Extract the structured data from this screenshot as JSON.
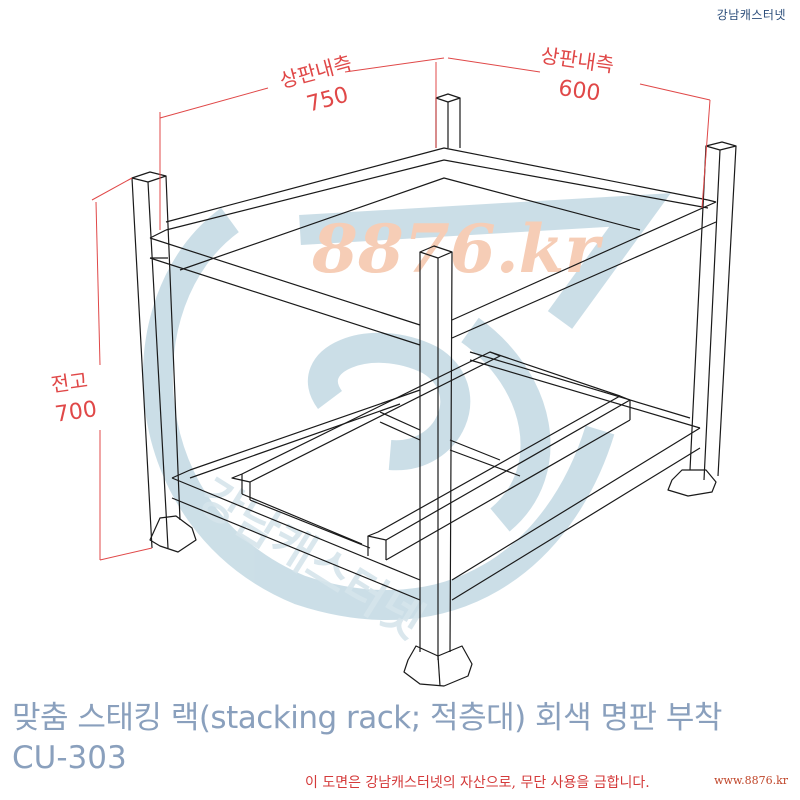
{
  "header": {
    "brand": "강남캐스터넷"
  },
  "drawing": {
    "type": "isometric line drawing of stacking rack",
    "line_color": "#1a1a1a",
    "dimension_color": "#e04848",
    "dimensions": {
      "top_inner_width": {
        "label": "상판내측",
        "value": "750"
      },
      "top_inner_depth": {
        "label": "상판내측",
        "value": "600"
      },
      "total_height": {
        "label": "전고",
        "value": "700"
      }
    },
    "watermark": {
      "text": "8876.kr",
      "color": "#f6cdb6",
      "logo_color": "#c9dde6",
      "arc_text": "강남캐스터넷"
    }
  },
  "footer": {
    "title": "맞춤 스태킹 랙(stacking rack; 적층대) 회색 명판 부착",
    "code": "CU-303",
    "notice": "이 도면은 강남캐스터넷의 자산으로, 무단 사용을 금합니다.",
    "url": "www.8876.kr"
  }
}
